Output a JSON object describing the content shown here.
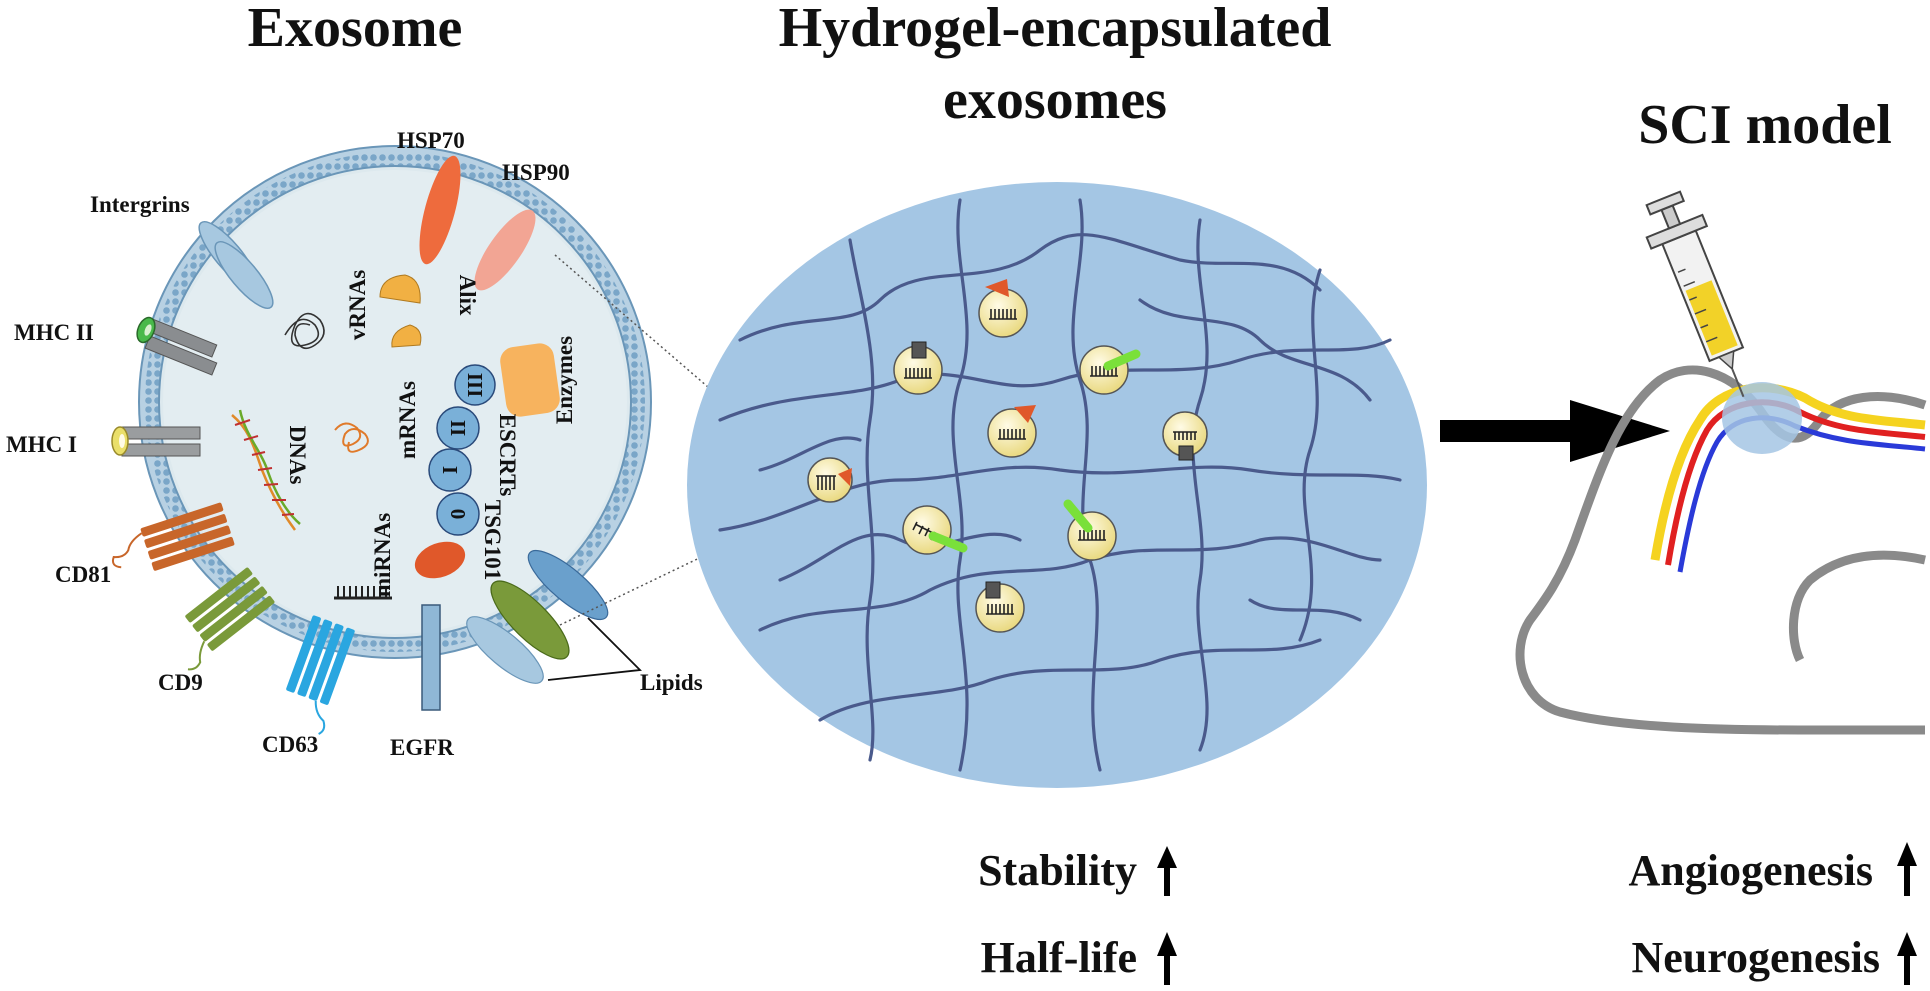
{
  "titles": {
    "exosome": "Exosome",
    "hydrogel_line1": "Hydrogel-encapsulated",
    "hydrogel_line2": "exosomes",
    "sci_model": "SCI model"
  },
  "exosome_labels": {
    "intergrins": "Intergrins",
    "hsp70": "HSP70",
    "hsp90": "HSP90",
    "mhc2": "MHC II",
    "mhc1": "MHC I",
    "cd81": "CD81",
    "cd9": "CD9",
    "cd63": "CD63",
    "egfr": "EGFR",
    "lipids": "Lipids",
    "vrnas": "vRNAs",
    "alix": "Alix",
    "enzymes": "Enzymes",
    "mrnas": "mRNAs",
    "escrts": "ESCRTs",
    "dnas": "DNAs",
    "mirnas": "miRNAs",
    "tsg101": "TSG101",
    "escrt_0": "0",
    "escrt_1": "I",
    "escrt_2": "II",
    "escrt_3": "III"
  },
  "effects": {
    "hydrogel": [
      "Stability",
      "Half-life"
    ],
    "sci": [
      "Angiogenesis",
      "Neurogenesis"
    ]
  },
  "colors": {
    "membrane": "#7aa6c8",
    "exosome_fill": "#dde9ee",
    "hydrogel_fill": "#a4c6e4",
    "fiber": "#4a5a8c",
    "hsp70": "#ee6b3d",
    "hsp90": "#f2a594",
    "integrin": "#a7c8e0",
    "cd81": "#c8662a",
    "cd9": "#7a9a3a",
    "cd63": "#2aa6e0",
    "tsg101": "#e0582a",
    "enzymes": "#f7b35e",
    "alix": "#f1b043",
    "spine_yellow": "#f5d31f",
    "spine_red": "#e02020",
    "spine_blue": "#2a3ad8"
  }
}
